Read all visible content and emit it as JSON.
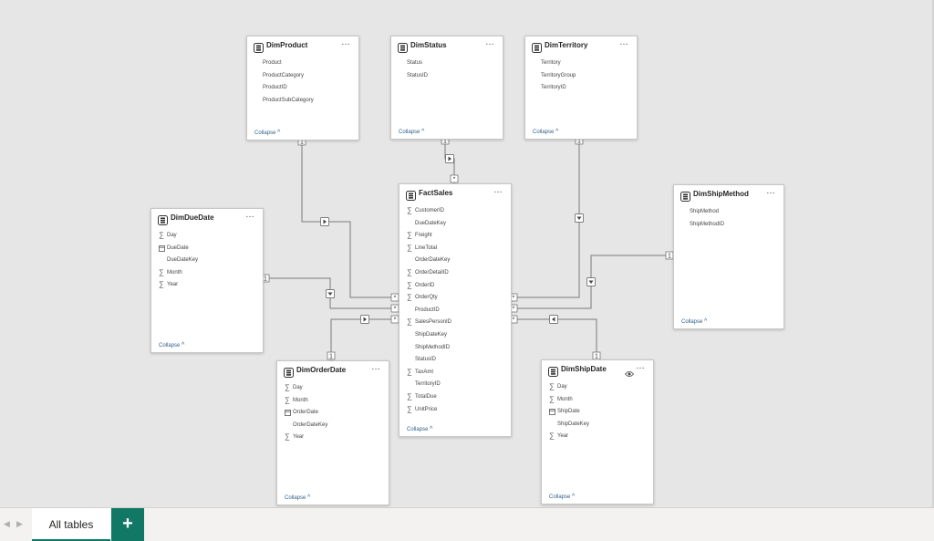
{
  "tables": [
    {
      "key": "dimproduct",
      "name": "DimProduct",
      "fields": [
        {
          "name": "Product",
          "type": "text"
        },
        {
          "name": "ProductCategory",
          "type": "text"
        },
        {
          "name": "ProductID",
          "type": "text"
        },
        {
          "name": "ProductSubCategory",
          "type": "text"
        }
      ]
    },
    {
      "key": "dimstatus",
      "name": "DimStatus",
      "fields": [
        {
          "name": "Status",
          "type": "text"
        },
        {
          "name": "StatusID",
          "type": "text"
        }
      ]
    },
    {
      "key": "dimterritory",
      "name": "DimTerritory",
      "fields": [
        {
          "name": "Territory",
          "type": "text"
        },
        {
          "name": "TerritoryGroup",
          "type": "text"
        },
        {
          "name": "TerritoryID",
          "type": "text"
        }
      ]
    },
    {
      "key": "dimshipmethod",
      "name": "DimShipMethod",
      "fields": [
        {
          "name": "ShipMethod",
          "type": "text"
        },
        {
          "name": "ShipMethodID",
          "type": "text"
        }
      ]
    },
    {
      "key": "dimduedate",
      "name": "DimDueDate",
      "fields": [
        {
          "name": "Day",
          "type": "sum"
        },
        {
          "name": "DueDate",
          "type": "date"
        },
        {
          "name": "DueDateKey",
          "type": "text"
        },
        {
          "name": "Month",
          "type": "sum"
        },
        {
          "name": "Year",
          "type": "sum"
        }
      ]
    },
    {
      "key": "factsales",
      "name": "FactSales",
      "fields": [
        {
          "name": "CustomerID",
          "type": "sum"
        },
        {
          "name": "DueDateKey",
          "type": "text"
        },
        {
          "name": "Freight",
          "type": "sum"
        },
        {
          "name": "LineTotal",
          "type": "sum"
        },
        {
          "name": "OrderDateKey",
          "type": "text"
        },
        {
          "name": "OrderDetailID",
          "type": "sum"
        },
        {
          "name": "OrderID",
          "type": "sum"
        },
        {
          "name": "OrderQty",
          "type": "sum"
        },
        {
          "name": "ProductID",
          "type": "text"
        },
        {
          "name": "SalesPersonID",
          "type": "sum"
        },
        {
          "name": "ShipDateKey",
          "type": "text"
        },
        {
          "name": "ShipMethodID",
          "type": "text"
        },
        {
          "name": "StatusID",
          "type": "text"
        },
        {
          "name": "TaxAmt",
          "type": "sum"
        },
        {
          "name": "TerritoryID",
          "type": "text"
        },
        {
          "name": "TotalDue",
          "type": "sum"
        },
        {
          "name": "UnitPrice",
          "type": "sum"
        }
      ]
    },
    {
      "key": "dimorderdate",
      "name": "DimOrderDate",
      "fields": [
        {
          "name": "Day",
          "type": "sum"
        },
        {
          "name": "Month",
          "type": "sum"
        },
        {
          "name": "OrderDate",
          "type": "date"
        },
        {
          "name": "OrderDateKey",
          "type": "text"
        },
        {
          "name": "Year",
          "type": "sum"
        }
      ]
    },
    {
      "key": "dimshipdate",
      "name": "DimShipDate",
      "has_eye": true,
      "fields": [
        {
          "name": "Day",
          "type": "sum"
        },
        {
          "name": "Month",
          "type": "sum"
        },
        {
          "name": "ShipDate",
          "type": "date"
        },
        {
          "name": "ShipDateKey",
          "type": "text"
        },
        {
          "name": "Year",
          "type": "sum"
        }
      ]
    }
  ],
  "collapse_label": "Collapse",
  "relationships": [
    {
      "from": "dimproduct",
      "to": "factsales",
      "one_label": "1",
      "many_label": "*"
    },
    {
      "from": "dimstatus",
      "to": "factsales",
      "one_label": "1",
      "many_label": "*"
    },
    {
      "from": "dimterritory",
      "to": "factsales",
      "one_label": "1",
      "many_label": "*"
    },
    {
      "from": "dimshipmethod",
      "to": "factsales",
      "one_label": "1",
      "many_label": "*"
    },
    {
      "from": "dimduedate",
      "to": "factsales",
      "one_label": "1",
      "many_label": "*"
    },
    {
      "from": "dimorderdate",
      "to": "factsales",
      "one_label": "1",
      "many_label": "*"
    },
    {
      "from": "dimshipdate",
      "to": "factsales",
      "one_label": "1",
      "many_label": "*"
    }
  ],
  "bottom": {
    "tab_label": "All tables",
    "add_label": "+"
  },
  "colors": {
    "accent": "#117865",
    "line": "#7a7a7a",
    "collapse": "#2f5f88"
  },
  "icons": {
    "table": "table-icon",
    "more": "more-options-icon",
    "eye": "eye-icon",
    "sum": "sigma-icon",
    "date": "calendar-icon"
  }
}
